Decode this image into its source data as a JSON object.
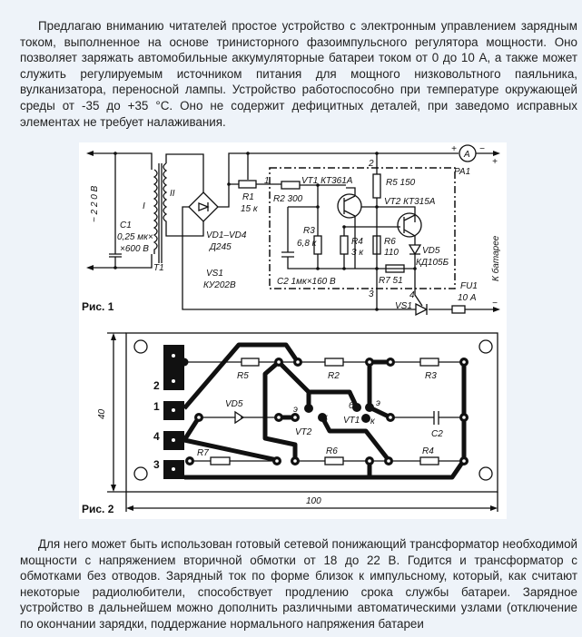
{
  "intro_paragraph": "Предлагаю вниманию читателей простое устройство с электронным управлением зарядным током, выполненное на основе тринисторного фазоимпульсного регулятора мощности. Оно позволяет заряжать автомобильные аккумуляторные батареи током от 0 до 10 А, а также может служить регулируемым источником питания для мощного низковольтного паяльника, вулканизатора, переносной лампы. Устройство работоспособно при температуре окружающей среды от -35 до +35 °С. Оно не содержит дефицитных деталей, при заведомо исправных элементах не требует налаживания.",
  "figure1": {
    "caption": "Рис. 1",
    "mains": "~ 2 2 0 В",
    "winding1": "I",
    "winding2": "II",
    "c1": "C1",
    "c1_val1": "0,25 мк×",
    "c1_val2": "×600 В",
    "t1": "T1",
    "bridge": "VD1–VD4",
    "bridge_type": "Д245",
    "vs1": "VS1",
    "vs1_type": "КУ202В",
    "r1": "R1",
    "r1_val": "15 к",
    "node1": "1",
    "r2": "R2 300",
    "vt1": "VT1 КТ361А",
    "node2": "2",
    "r5": "R5 150",
    "vt2": "VT2 КТ315А",
    "r3": "R3",
    "r3_val": "6,8 к",
    "r4": "R4",
    "r4_val": "3 к",
    "r6": "R6",
    "r6_val": "110",
    "vd5": "VD5",
    "vd5_type": "КД105Б",
    "c2": "C2  1мк×160 В",
    "r7": "R7 51",
    "node3": "3",
    "node4": "4",
    "vs1_b": "VS1",
    "fu1": "FU1",
    "fu1_val": "10 А",
    "pa1": "PA1",
    "ammeter": "A",
    "plus": "+",
    "minus": "−",
    "battery": "К батарее"
  },
  "figure2": {
    "caption": "Рис. 2",
    "height_dim": "40",
    "width_dim": "100",
    "pads": [
      "2",
      "1",
      "4",
      "3"
    ],
    "r5": "R5",
    "r2": "R2",
    "r3": "R3",
    "vd5": "VD5",
    "r7": "R7",
    "r6": "R6",
    "r4": "R4",
    "c2": "C2",
    "vt2": "VT2",
    "vt1": "VT1",
    "e": "э",
    "k": "к",
    "b": "б"
  },
  "second_paragraph": "Для него может быть использован готовый сетевой понижающий трансформатор необходимой мощности с напряжением вторичной обмотки от 18 до 22 В. Годится и трансформатор с обмотками без отводов. Зарядный ток по форме близок к импульсному, который, как считают некоторые радиолюбители, способствует продлению срока службы батареи. Зарядное устройство в дальнейшем можно дополнить различными автоматическими узлами (отключение по окончании зарядки, поддержание нормального напряжения батареи"
}
